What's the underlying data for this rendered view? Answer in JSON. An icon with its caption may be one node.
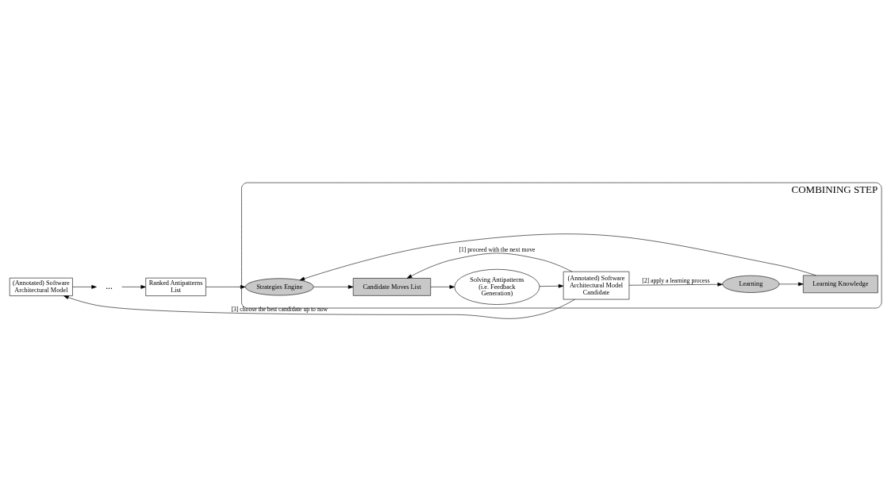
{
  "diagram": {
    "nodes": [
      {
        "text": [
          "(Annotated) Software Architectural Model"
        ]
      },
      {
        "text": [
          "..."
        ]
      },
      {
        "text": [
          "Ranked Antipatterns List"
        ]
      },
      {
        "text": [
          "COMBINING STEP"
        ]
      },
      {
        "text": [
          "Strategies Engine"
        ],
        "in": 3
      },
      {
        "text": [
          "Candidate Moves List"
        ],
        "in": 3
      },
      {
        "text": [
          "Solving Antipatterns (i.e. Feedback Generation)"
        ],
        "in": 3
      },
      {
        "text": [
          "(Annotated) Software Architectural Model",
          "Candidate"
        ],
        "in": 3
      },
      {
        "text": [
          "Learning"
        ],
        "in": 3
      },
      {
        "text": [
          "Learning Knowledge"
        ],
        "in": 3
      }
    ],
    "edges": [
      {
        "from": 0,
        "to": 1,
        "arrow": "to"
      },
      {
        "from": 1,
        "to": 2,
        "arrow": "to"
      },
      {
        "from": 2,
        "to": 4,
        "arrow": "to"
      },
      {
        "from": 4,
        "to": 5,
        "arrow": "to"
      },
      {
        "from": 5,
        "to": 6,
        "arrow": "to"
      },
      {
        "from": 6,
        "to": 7,
        "arrow": "to"
      },
      {
        "from": 7,
        "to": 5,
        "arrow": "to",
        "label": "[1] proceed with the next move"
      },
      {
        "from": 7,
        "to": 8,
        "arrow": "to",
        "label": "[2] apply a learning process"
      },
      {
        "from": 8,
        "to": 9,
        "arrow": "to"
      },
      {
        "from": 9,
        "to": 4,
        "arrow": "to"
      },
      {
        "from": 7,
        "to": 0,
        "arrow": "to",
        "label": "[3] choose the best candidate up to now"
      }
    ]
  }
}
